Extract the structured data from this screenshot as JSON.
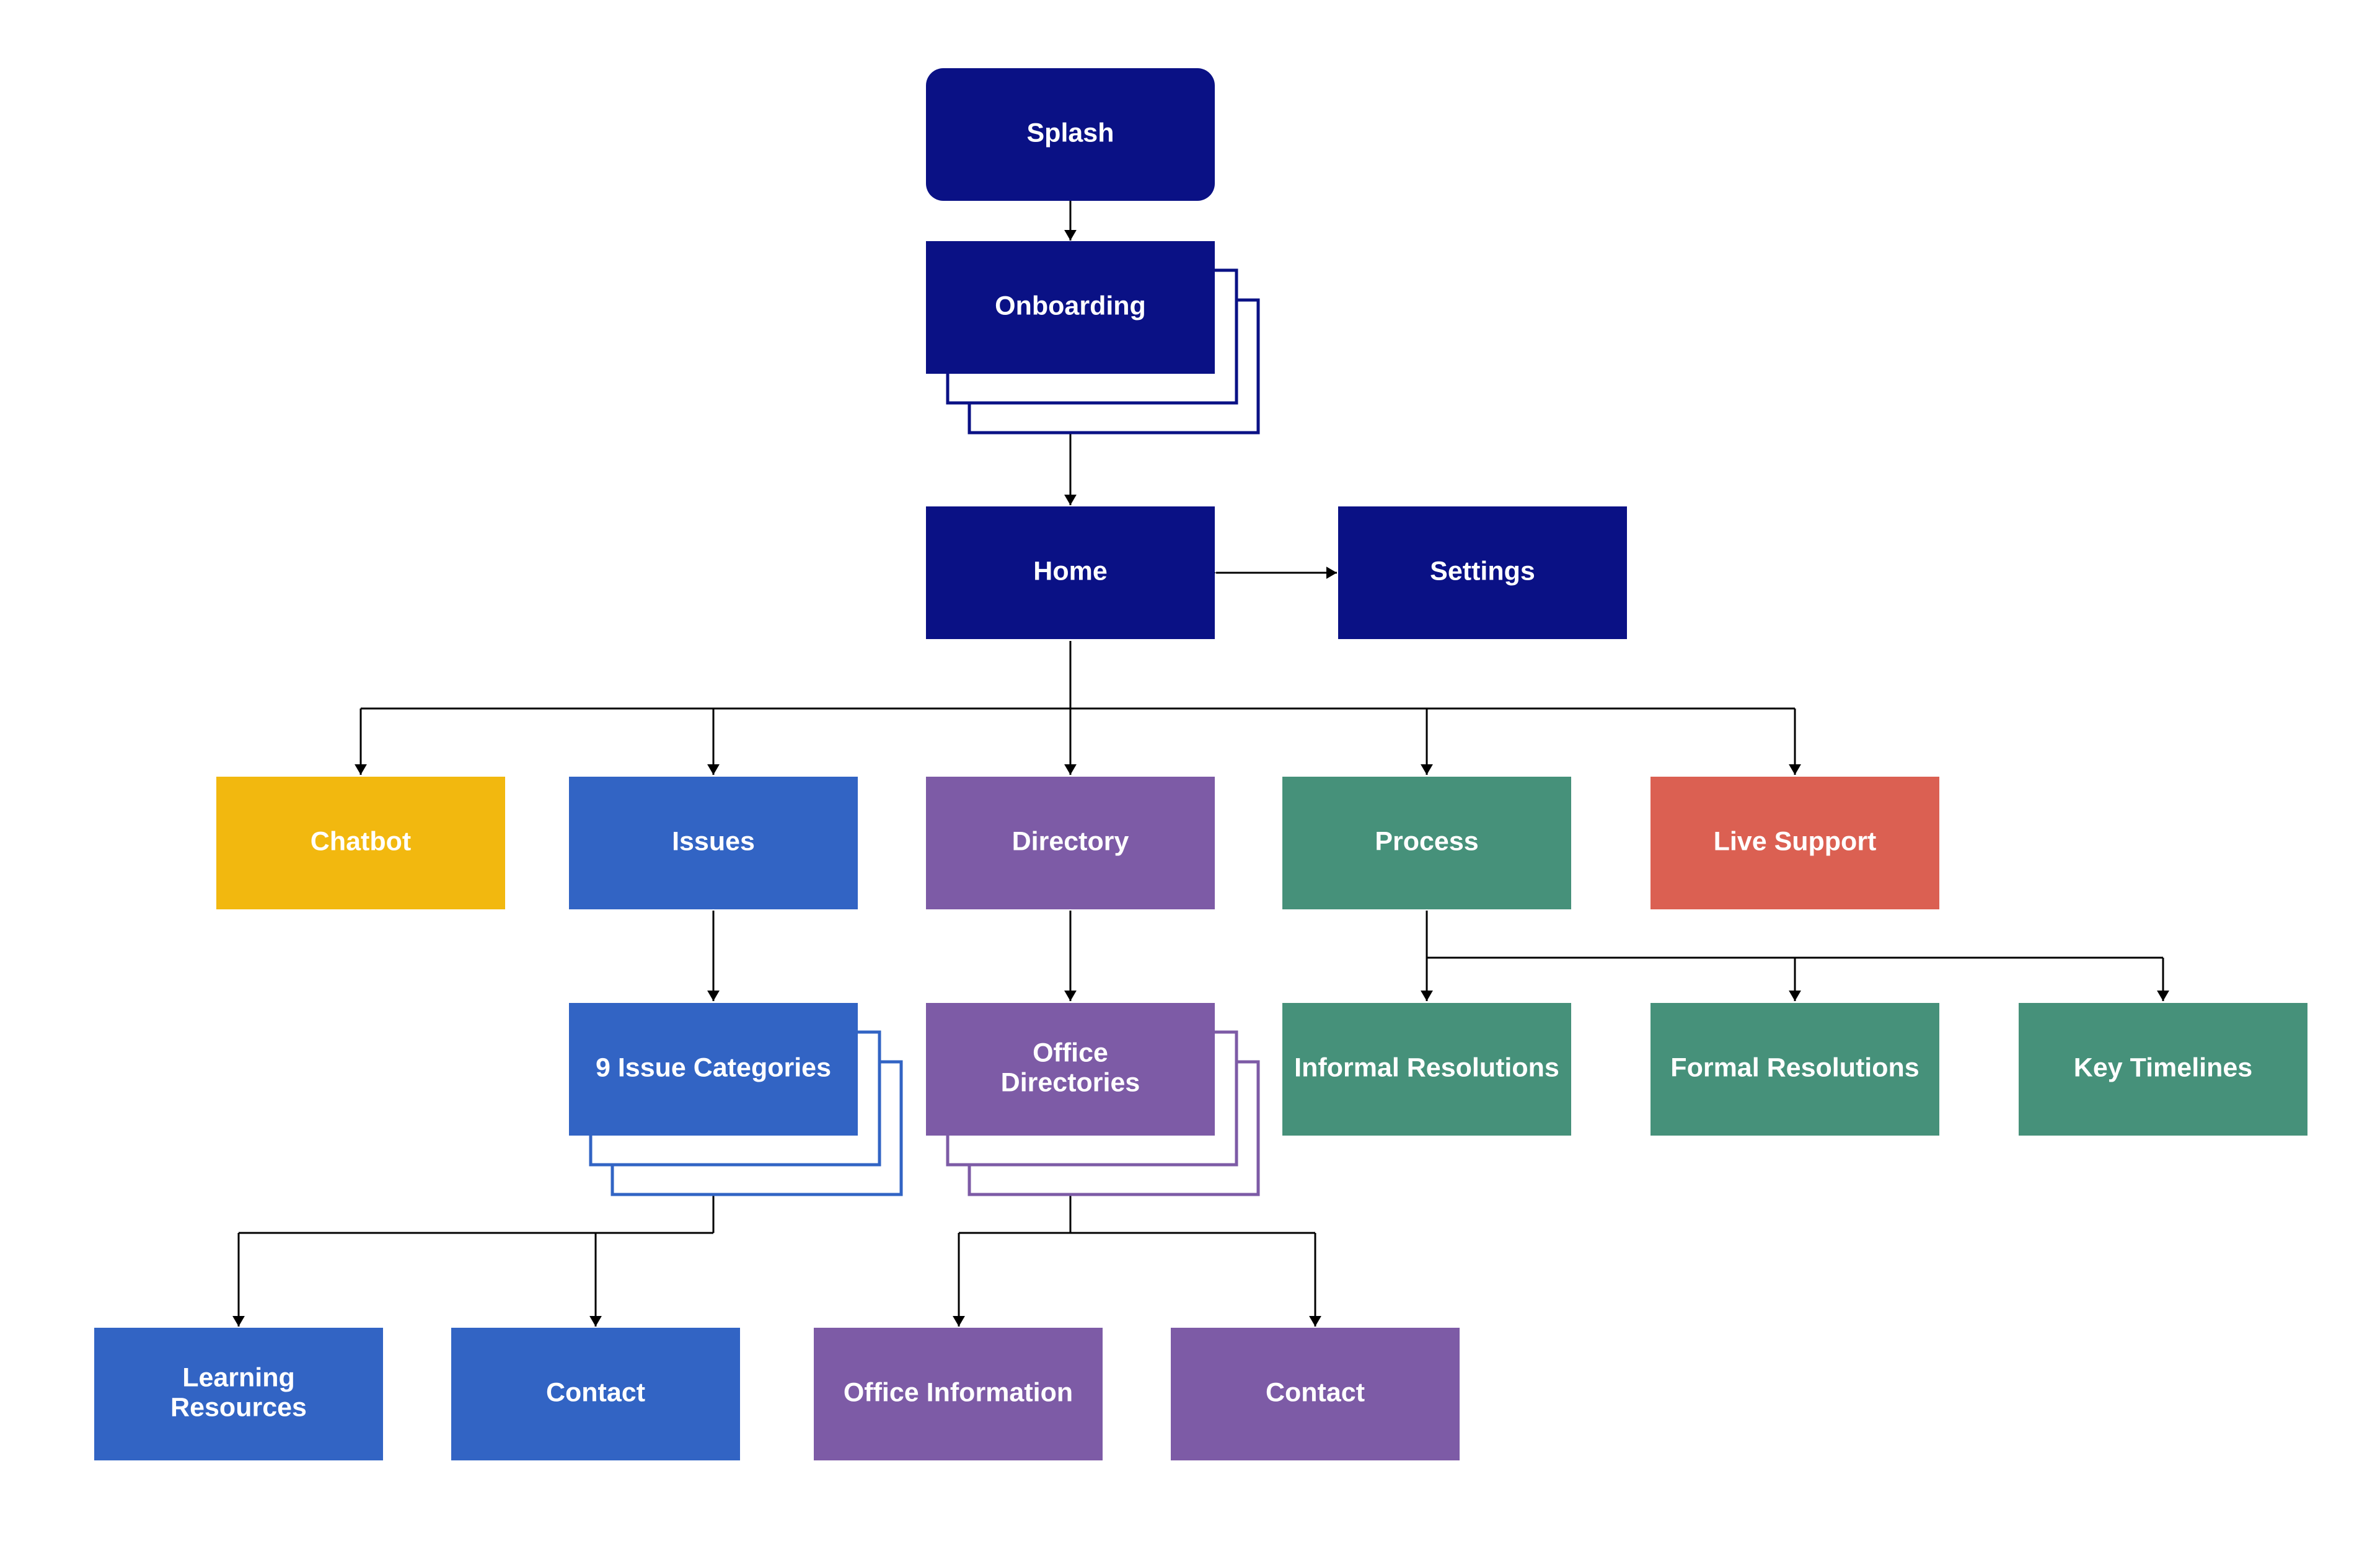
{
  "colors": {
    "navy": "#0A1185",
    "blue": "#3264C4",
    "purple": "#7D5BA6",
    "green": "#46917A",
    "yellow": "#F2B80F",
    "red": "#DB6052",
    "connector": "#000000"
  },
  "nodes": {
    "splash": {
      "label": "Splash",
      "color": "navy",
      "stacked": false
    },
    "onboarding": {
      "label": "Onboarding",
      "color": "navy",
      "stacked": true
    },
    "home": {
      "label": "Home",
      "color": "navy",
      "stacked": false
    },
    "settings": {
      "label": "Settings",
      "color": "navy",
      "stacked": false
    },
    "chatbot": {
      "label": "Chatbot",
      "color": "yellow",
      "stacked": false
    },
    "issues": {
      "label": "Issues",
      "color": "blue",
      "stacked": false
    },
    "directory": {
      "label": "Directory",
      "color": "purple",
      "stacked": false
    },
    "process": {
      "label": "Process",
      "color": "green",
      "stacked": false
    },
    "live_support": {
      "label": "Live Support",
      "color": "red",
      "stacked": false
    },
    "issue_categories": {
      "label": "9 Issue Categories",
      "color": "blue",
      "stacked": true
    },
    "office_directories": {
      "label": [
        "Office",
        "Directories"
      ],
      "color": "purple",
      "stacked": true
    },
    "informal_resolutions": {
      "label": "Informal Resolutions",
      "color": "green",
      "stacked": false
    },
    "formal_resolutions": {
      "label": "Formal Resolutions",
      "color": "green",
      "stacked": false
    },
    "key_timelines": {
      "label": "Key Timelines",
      "color": "green",
      "stacked": false
    },
    "learning_resources": {
      "label": [
        "Learning",
        "Resources"
      ],
      "color": "blue",
      "stacked": false
    },
    "contact_issues": {
      "label": "Contact",
      "color": "blue",
      "stacked": false
    },
    "office_information": {
      "label": "Office Information",
      "color": "purple",
      "stacked": false
    },
    "contact_directory": {
      "label": "Contact",
      "color": "purple",
      "stacked": false
    }
  },
  "edges": [
    {
      "from": "splash",
      "to": "onboarding"
    },
    {
      "from": "onboarding",
      "to": "home"
    },
    {
      "from": "home",
      "to": "settings",
      "bidirectional": true
    },
    {
      "from": "home",
      "to": "chatbot"
    },
    {
      "from": "home",
      "to": "issues"
    },
    {
      "from": "home",
      "to": "directory"
    },
    {
      "from": "home",
      "to": "process"
    },
    {
      "from": "home",
      "to": "live_support"
    },
    {
      "from": "issues",
      "to": "issue_categories"
    },
    {
      "from": "directory",
      "to": "office_directories"
    },
    {
      "from": "process",
      "to": "informal_resolutions"
    },
    {
      "from": "process",
      "to": "formal_resolutions"
    },
    {
      "from": "process",
      "to": "key_timelines"
    },
    {
      "from": "issue_categories",
      "to": "learning_resources"
    },
    {
      "from": "issue_categories",
      "to": "contact_issues"
    },
    {
      "from": "office_directories",
      "to": "office_information"
    },
    {
      "from": "office_directories",
      "to": "contact_directory"
    }
  ]
}
